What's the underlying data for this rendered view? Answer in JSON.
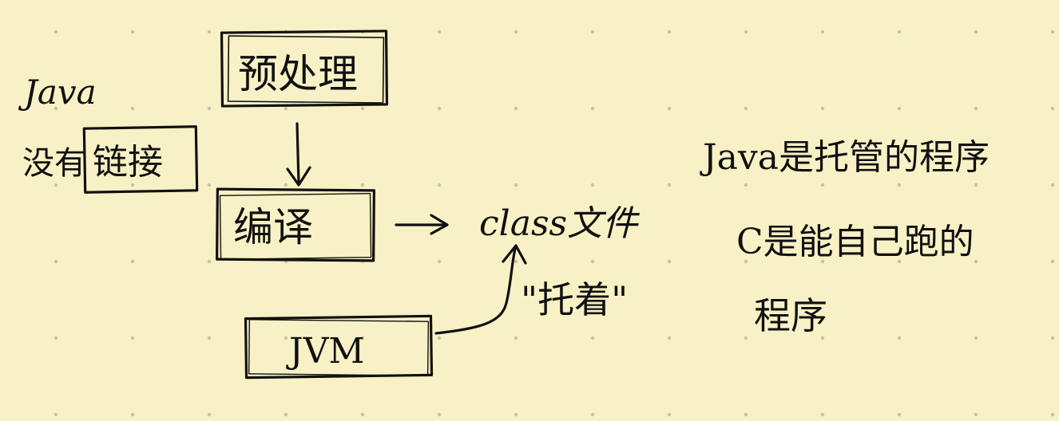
{
  "left_note": {
    "line1": "Java",
    "line2_prefix": "没有",
    "line2_boxed": "链接"
  },
  "flow": {
    "step1": "预处理",
    "step2": "编译",
    "output": "class文件",
    "runtime": "JVM",
    "relation": "\"托着\""
  },
  "right_note": {
    "line1": "Java是托管的程序",
    "line2": "C是能自己跑的",
    "line3": "程序"
  },
  "colors": {
    "paper": "#f8f1c6",
    "dots": "#c9c2a0",
    "ink": "#111111"
  }
}
